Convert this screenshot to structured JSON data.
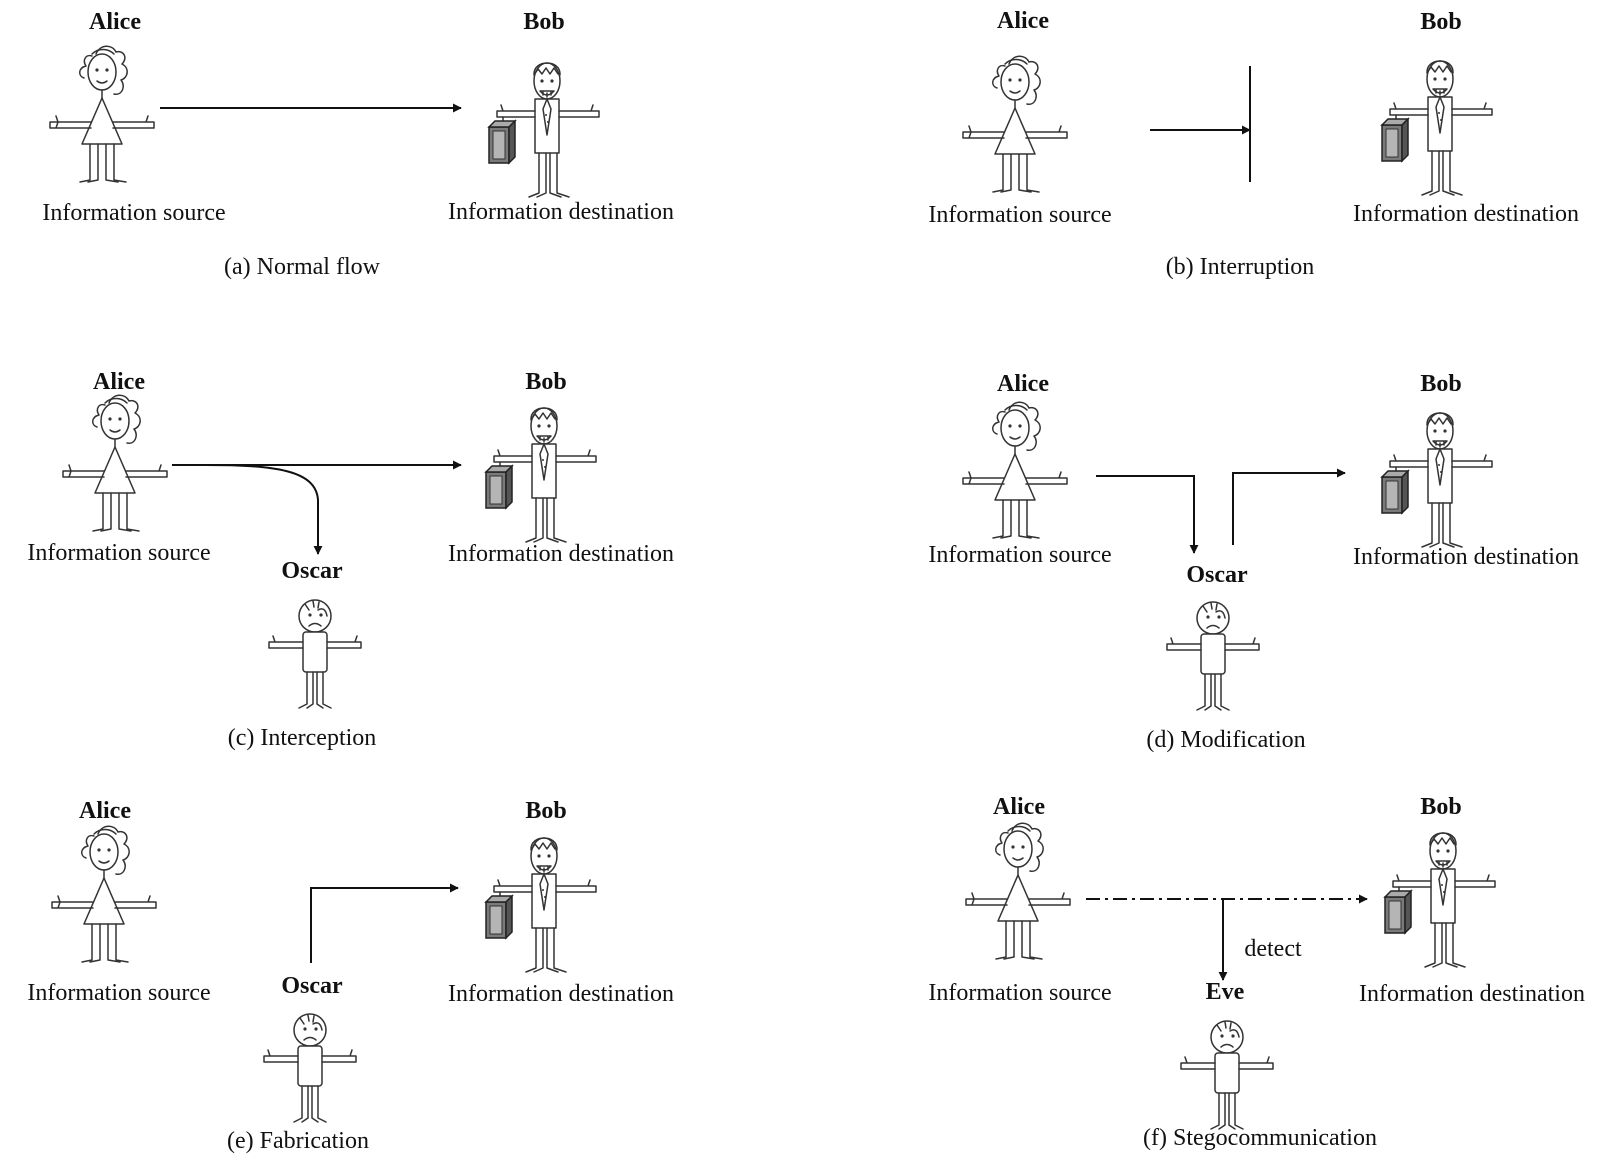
{
  "panels": [
    {
      "caption": "(a) Normal flow",
      "names": {
        "source": "Alice",
        "destination": "Bob"
      },
      "labels": {
        "source": "Information source",
        "destination": "Information destination"
      }
    },
    {
      "caption": "(b) Interruption",
      "names": {
        "source": "Alice",
        "destination": "Bob"
      },
      "labels": {
        "source": "Information source",
        "destination": "Information destination"
      }
    },
    {
      "caption": "(c)  Interception",
      "names": {
        "source": "Alice",
        "destination": "Bob",
        "third": "Oscar"
      },
      "labels": {
        "source": "Information source",
        "destination": "Information destination"
      }
    },
    {
      "caption": "(d) Modification",
      "names": {
        "source": "Alice",
        "destination": "Bob",
        "third": "Oscar"
      },
      "labels": {
        "source": "Information source",
        "destination": "Information destination"
      }
    },
    {
      "caption": "(e) Fabrication",
      "names": {
        "source": "Alice",
        "destination": "Bob",
        "third": "Oscar"
      },
      "labels": {
        "source": "Information source",
        "destination": "Information destination"
      }
    },
    {
      "caption": "(f) Stegocommunication",
      "names": {
        "source": "Alice",
        "destination": "Bob",
        "third": "Eve"
      },
      "labels": {
        "source": "Information source",
        "destination": "Information destination"
      },
      "edge_label": "detect"
    }
  ]
}
